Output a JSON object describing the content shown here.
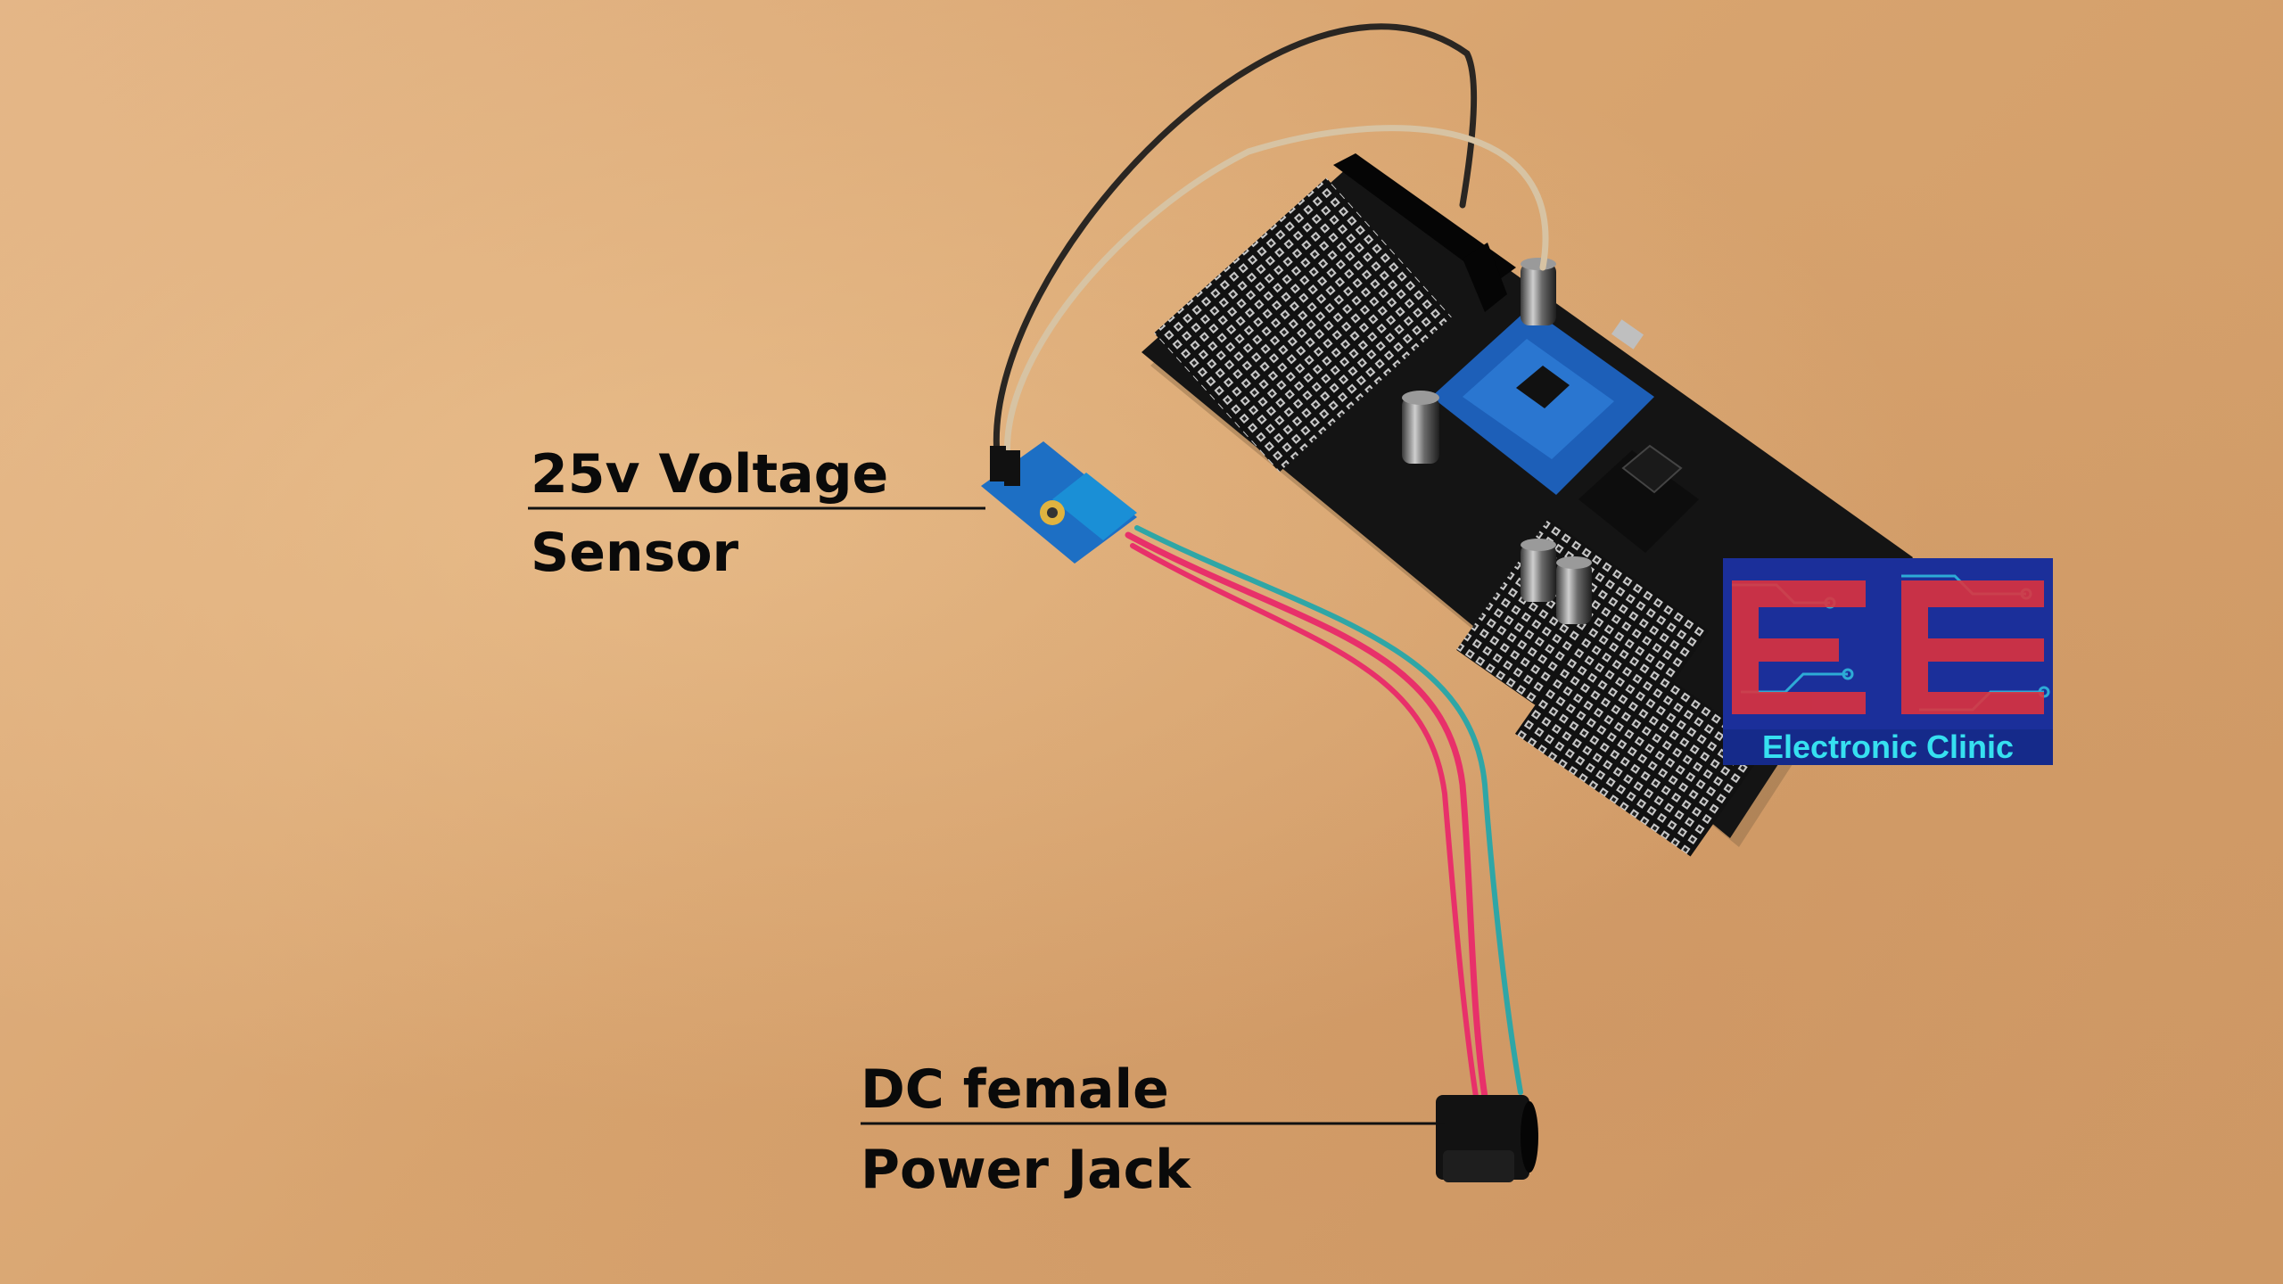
{
  "labels": {
    "sensor_line1": "25v Voltage",
    "sensor_line2": "Sensor",
    "jack_line1": "DC female",
    "jack_line2": "Power Jack"
  },
  "watermark": {
    "brand": "Electronic Clinic"
  },
  "colors": {
    "table": "#d9a878",
    "pcb": "#121212",
    "sensor_board": "#1d6fc4",
    "terminal_block": "#1a8fd6",
    "wire_red": "#e8306a",
    "wire_teal": "#2fa6a6",
    "logo_red": "#e0323c",
    "logo_blue": "#1b2f9a",
    "logo_cyan": "#36e0f0"
  }
}
